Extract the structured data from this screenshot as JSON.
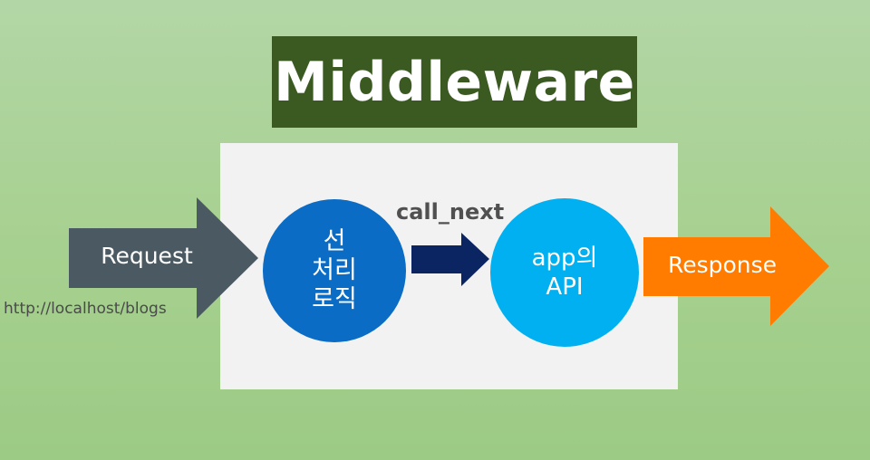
{
  "diagram": {
    "title": "Middleware",
    "request_label": "Request",
    "url_text": "http://localhost/blogs",
    "pre_process_lines": [
      "선",
      "처리",
      "로직"
    ],
    "call_next_label": "call_next",
    "app_api_lines": [
      "app의",
      "API"
    ],
    "response_label": "Response"
  },
  "colors": {
    "title_bg": "#3a5a22",
    "panel_bg": "#f2f2f2",
    "request_arrow": "#4b5a62",
    "pre_process_circle": "#0a6cc4",
    "call_next_arrow": "#0b2563",
    "app_api_circle": "#00b0f0",
    "response_arrow": "#ff7c00"
  },
  "icons": {
    "request_arrow": "right-arrow-icon",
    "call_next_arrow": "right-arrow-icon",
    "response_arrow": "right-arrow-icon"
  }
}
